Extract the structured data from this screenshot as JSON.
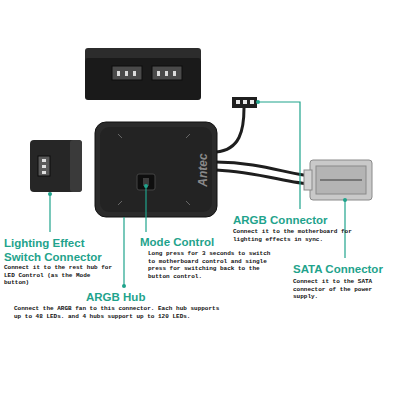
{
  "diagram": {
    "labels": [
      "Lighting Effect Switch Connector",
      "Connect it to the rest hub for LED Control (as the Mode button)",
      "Mode Control",
      "Long press for 3 seconds to switch to motherboard control and single press for switching back to the button control.",
      "ARGB Hub",
      "Connect the ARGB fan to this connector. Each hub supports up to 48 LEDs. and 4 hubs support up to 120 LEDs.",
      "ARGB Connector",
      "Connect it to the motherboard for lighting effects in sync.",
      "SATA Connector",
      "Connect it to the SATA connector of the power supply.",
      "Antec"
    ]
  }
}
